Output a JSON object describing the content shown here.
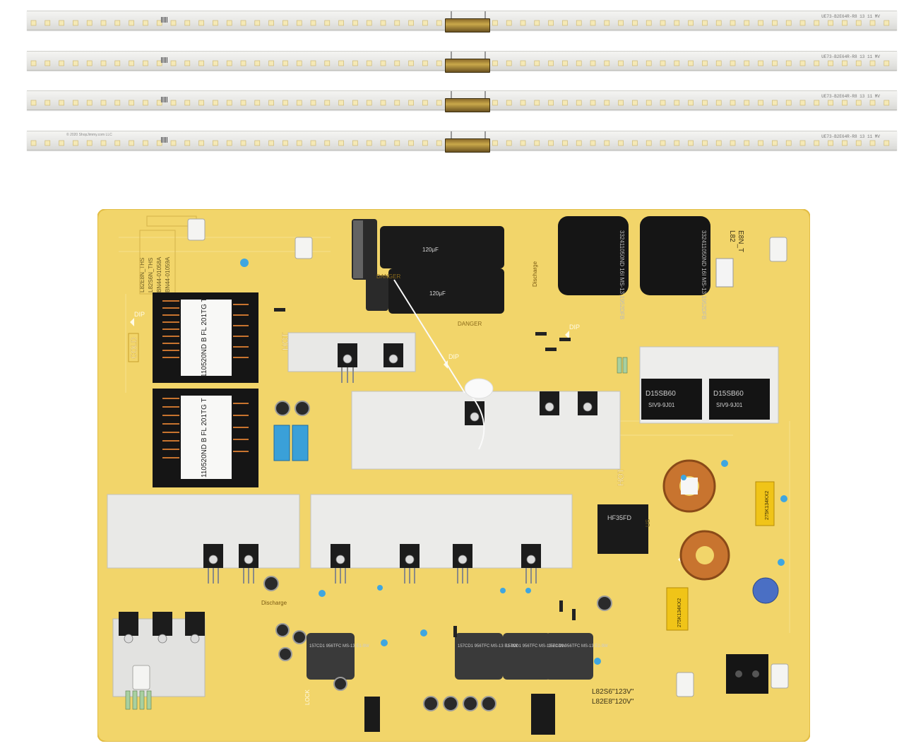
{
  "led_strips": [
    {
      "label": "UE73-B2E64R-R8 13 11 MV",
      "copyright": ""
    },
    {
      "label": "UE73-B2E64R-R8 13 11 MV",
      "copyright": ""
    },
    {
      "label": "UE73-B2E64R-R8 13 11 MV",
      "copyright": ""
    },
    {
      "label": "UE73-B2E64R-R8 13 11 MV",
      "copyright": "© 2020 ShopJimmy.com LLC"
    }
  ],
  "board": {
    "hot_label_top": "HOT",
    "hot_label_right": "HOT",
    "cold_label": "COLD",
    "dip_label": "DIP",
    "danger_label": "DANGER",
    "discharge_label": "Discharge",
    "lock_label": "LOCK",
    "model_left": "L82E8N_THS",
    "model_left_2": "L82S6N_THS",
    "part_left": "BN44-01058A",
    "part_left_2": "BN44-01059A",
    "model_right": "L82",
    "model_right_2": "E8N_T",
    "transformer_1": "110520ND B FL 201TG T",
    "transformer_2": "110520ND B FL 201TG T",
    "inductor_top": "332411050ND 16I MS-13 1952DFB",
    "bridge_1": "D15SB60",
    "bridge_1_sub": "SIV9-9J01",
    "bridge_2": "D15SB60",
    "bridge_2_sub": "SIV9-9J01",
    "relay": "HF35FD",
    "inductor_bottom": "157CD1 956TFC MS-13 E1-9W",
    "voltage_1": "L82S6\"123V\"",
    "voltage_2": "L82E8\"120V\"",
    "cap_rating": "120μF",
    "ul_mark": "US",
    "x_cap": "275K134KX2"
  },
  "colors": {
    "board": "#f2d56a",
    "board_edge": "#e9c64e",
    "heatsink": "#e8e8e6",
    "ic_black": "#1c1c1c",
    "cap_blue": "#3aa0d8",
    "copper": "#c8742f"
  }
}
